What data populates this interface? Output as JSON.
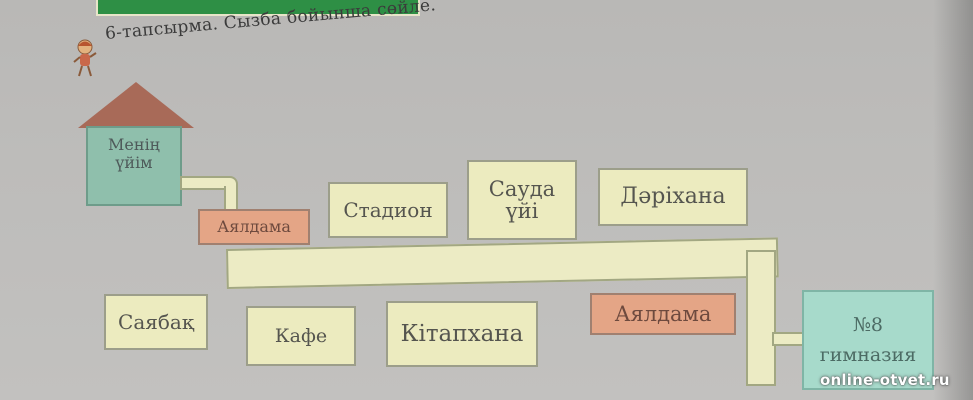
{
  "task": {
    "text": "6-тапсырма. Сызба бойынша сөйле."
  },
  "house": {
    "line1": "Менің",
    "line2": "үйім"
  },
  "places": {
    "bus_stop_1": "Аялдама",
    "stadium": "Стадион",
    "mall_line1": "Сауда",
    "mall_line2": "үйі",
    "pharmacy": "Дәріхана",
    "park": "Саябақ",
    "cafe": "Кафе",
    "library": "Кітапхана",
    "bus_stop_2": "Аялдама",
    "school_line1": "№8",
    "school_line2": "гимназия"
  },
  "watermark": {
    "text": "online-otvet.ru"
  },
  "colors": {
    "box_fill": "#ecebbf",
    "stop_fill": "#e4a586",
    "house_fill": "#8fbfac",
    "roof_fill": "#a86a58",
    "school_fill": "#a7dacb",
    "header_green": "#2e8f45"
  }
}
